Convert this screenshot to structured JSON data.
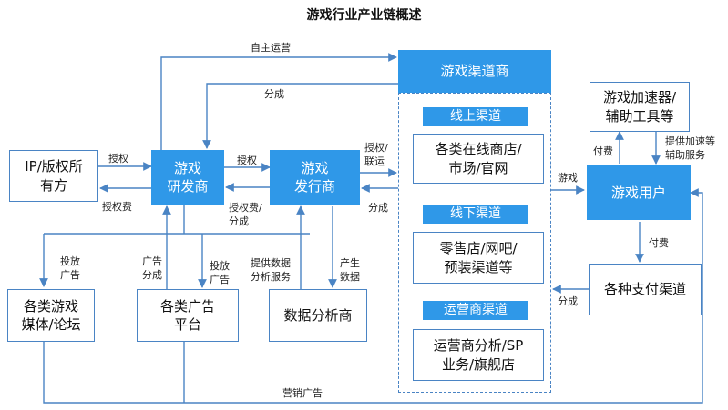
{
  "title": "游戏行业产业链概述",
  "nodes": {
    "ip_owner": "IP/版权所\n有方",
    "developer": "游戏\n研发商",
    "publisher": "游戏\n发行商",
    "channel_header": "游戏渠道商",
    "online_channel_label": "线上渠道",
    "online_channel": "各类在线商店/\n市场/官网",
    "offline_channel_label": "线下渠道",
    "offline_channel": "零售店/网吧/\n预装渠道等",
    "carrier_channel_label": "运营商渠道",
    "carrier_channel": "运营商分析/SP\n业务/旗舰店",
    "accelerator": "游戏加速器/\n辅助工具等",
    "users": "游戏用户",
    "payment": "各种支付渠道",
    "media": "各类游戏\n媒体/论坛",
    "ad_platform": "各类广告\n平台",
    "data_analyst": "数据分析商"
  },
  "edge_labels": {
    "self_operate": "自主运营",
    "revenue_share_top": "分成",
    "license_ip": "授权",
    "license_fee_ip": "授权费",
    "license_pub": "授权",
    "license_fee_pub": "授权费/\n分成",
    "license_joint": "授权/\n联运",
    "revenue_share_channel": "分成",
    "game": "游戏",
    "pay_to_accel": "付费",
    "accel_service": "提供加速等\n辅助服务",
    "pay_to_payment": "付费",
    "revenue_share_payment": "分成",
    "ad_to_media": "投放\n广告",
    "ad_share": "广告\n分成",
    "ad_to_platform": "投放\n广告",
    "provide_data": "提供数据\n分析服务",
    "produce_data": "产生\n数据",
    "marketing_ads": "营销广告"
  },
  "colors": {
    "accent": "#2f98e8",
    "line": "#4a84c4",
    "text": "#111111"
  }
}
